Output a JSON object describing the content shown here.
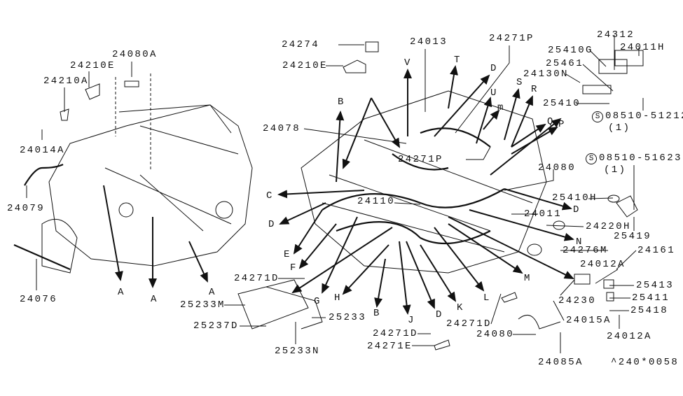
{
  "diagram": {
    "parts": [
      "24080A",
      "24210E",
      "24210A",
      "24014A",
      "24079",
      "24076",
      "24274",
      "24210E",
      "24013",
      "24271P",
      "24078",
      "24271P",
      "24080",
      "24110",
      "24011",
      "25410H",
      "24220H",
      "25419",
      "24312",
      "24011H",
      "25410G",
      "25461",
      "24130N",
      "25410",
      "24271D",
      "25233M",
      "25237D",
      "25233",
      "25233N",
      "24271D",
      "24271D",
      "24271E",
      "24276M",
      "24161",
      "24012A",
      "25413",
      "24230",
      "25411",
      "24015A",
      "25418",
      "24080",
      "24012A",
      "24085A"
    ],
    "standard_parts": [
      {
        "symbol": "S",
        "number": "08510-51212",
        "qty": "(1)"
      },
      {
        "symbol": "S",
        "number": "08510-51623",
        "qty": "(1)"
      }
    ],
    "arrow_letters": [
      "A",
      "A",
      "A",
      "V",
      "T",
      "D",
      "U",
      "m",
      "S",
      "R",
      "Q",
      "P",
      "B",
      "C",
      "D",
      "D",
      "E",
      "F",
      "G",
      "H",
      "B",
      "J",
      "D",
      "K",
      "L",
      "N",
      "M"
    ],
    "diagram_code": "^240*0058"
  }
}
